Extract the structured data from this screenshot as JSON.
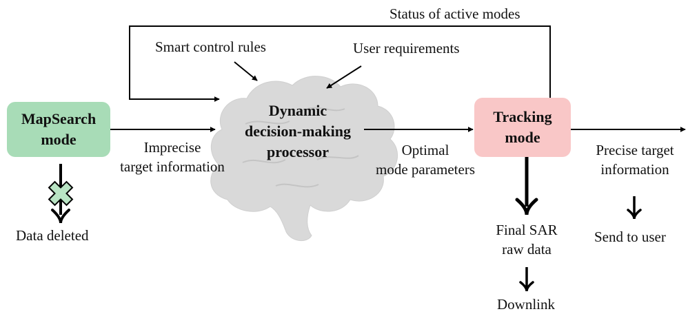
{
  "colors": {
    "mapsearch_fill": "#a8dcb7",
    "tracking_fill": "#f9c7c7",
    "brain_fill": "#d9d9d9",
    "cross_fill": "#b9e4c4",
    "line": "#000000"
  },
  "nodes": {
    "mapsearch": {
      "line1": "MapSearch",
      "line2": "mode"
    },
    "processor": {
      "line1": "Dynamic",
      "line2": "decision-making",
      "line3": "processor"
    },
    "tracking": {
      "line1": "Tracking",
      "line2": "mode"
    }
  },
  "labels": {
    "status": "Status of active modes",
    "smart_rules": "Smart control rules",
    "user_requirements": "User requirements",
    "imprecise_1": "Imprecise",
    "imprecise_2": "target information",
    "optimal_1": "Optimal",
    "optimal_2": "mode parameters",
    "precise_1": "Precise target",
    "precise_2": "information",
    "data_deleted": "Data deleted",
    "final_sar_1": "Final SAR",
    "final_sar_2": "raw data",
    "send_to_user": "Send to user",
    "downlink": "Downlink"
  },
  "icons": {
    "brain": "brain-icon",
    "cross": "cross-icon"
  }
}
